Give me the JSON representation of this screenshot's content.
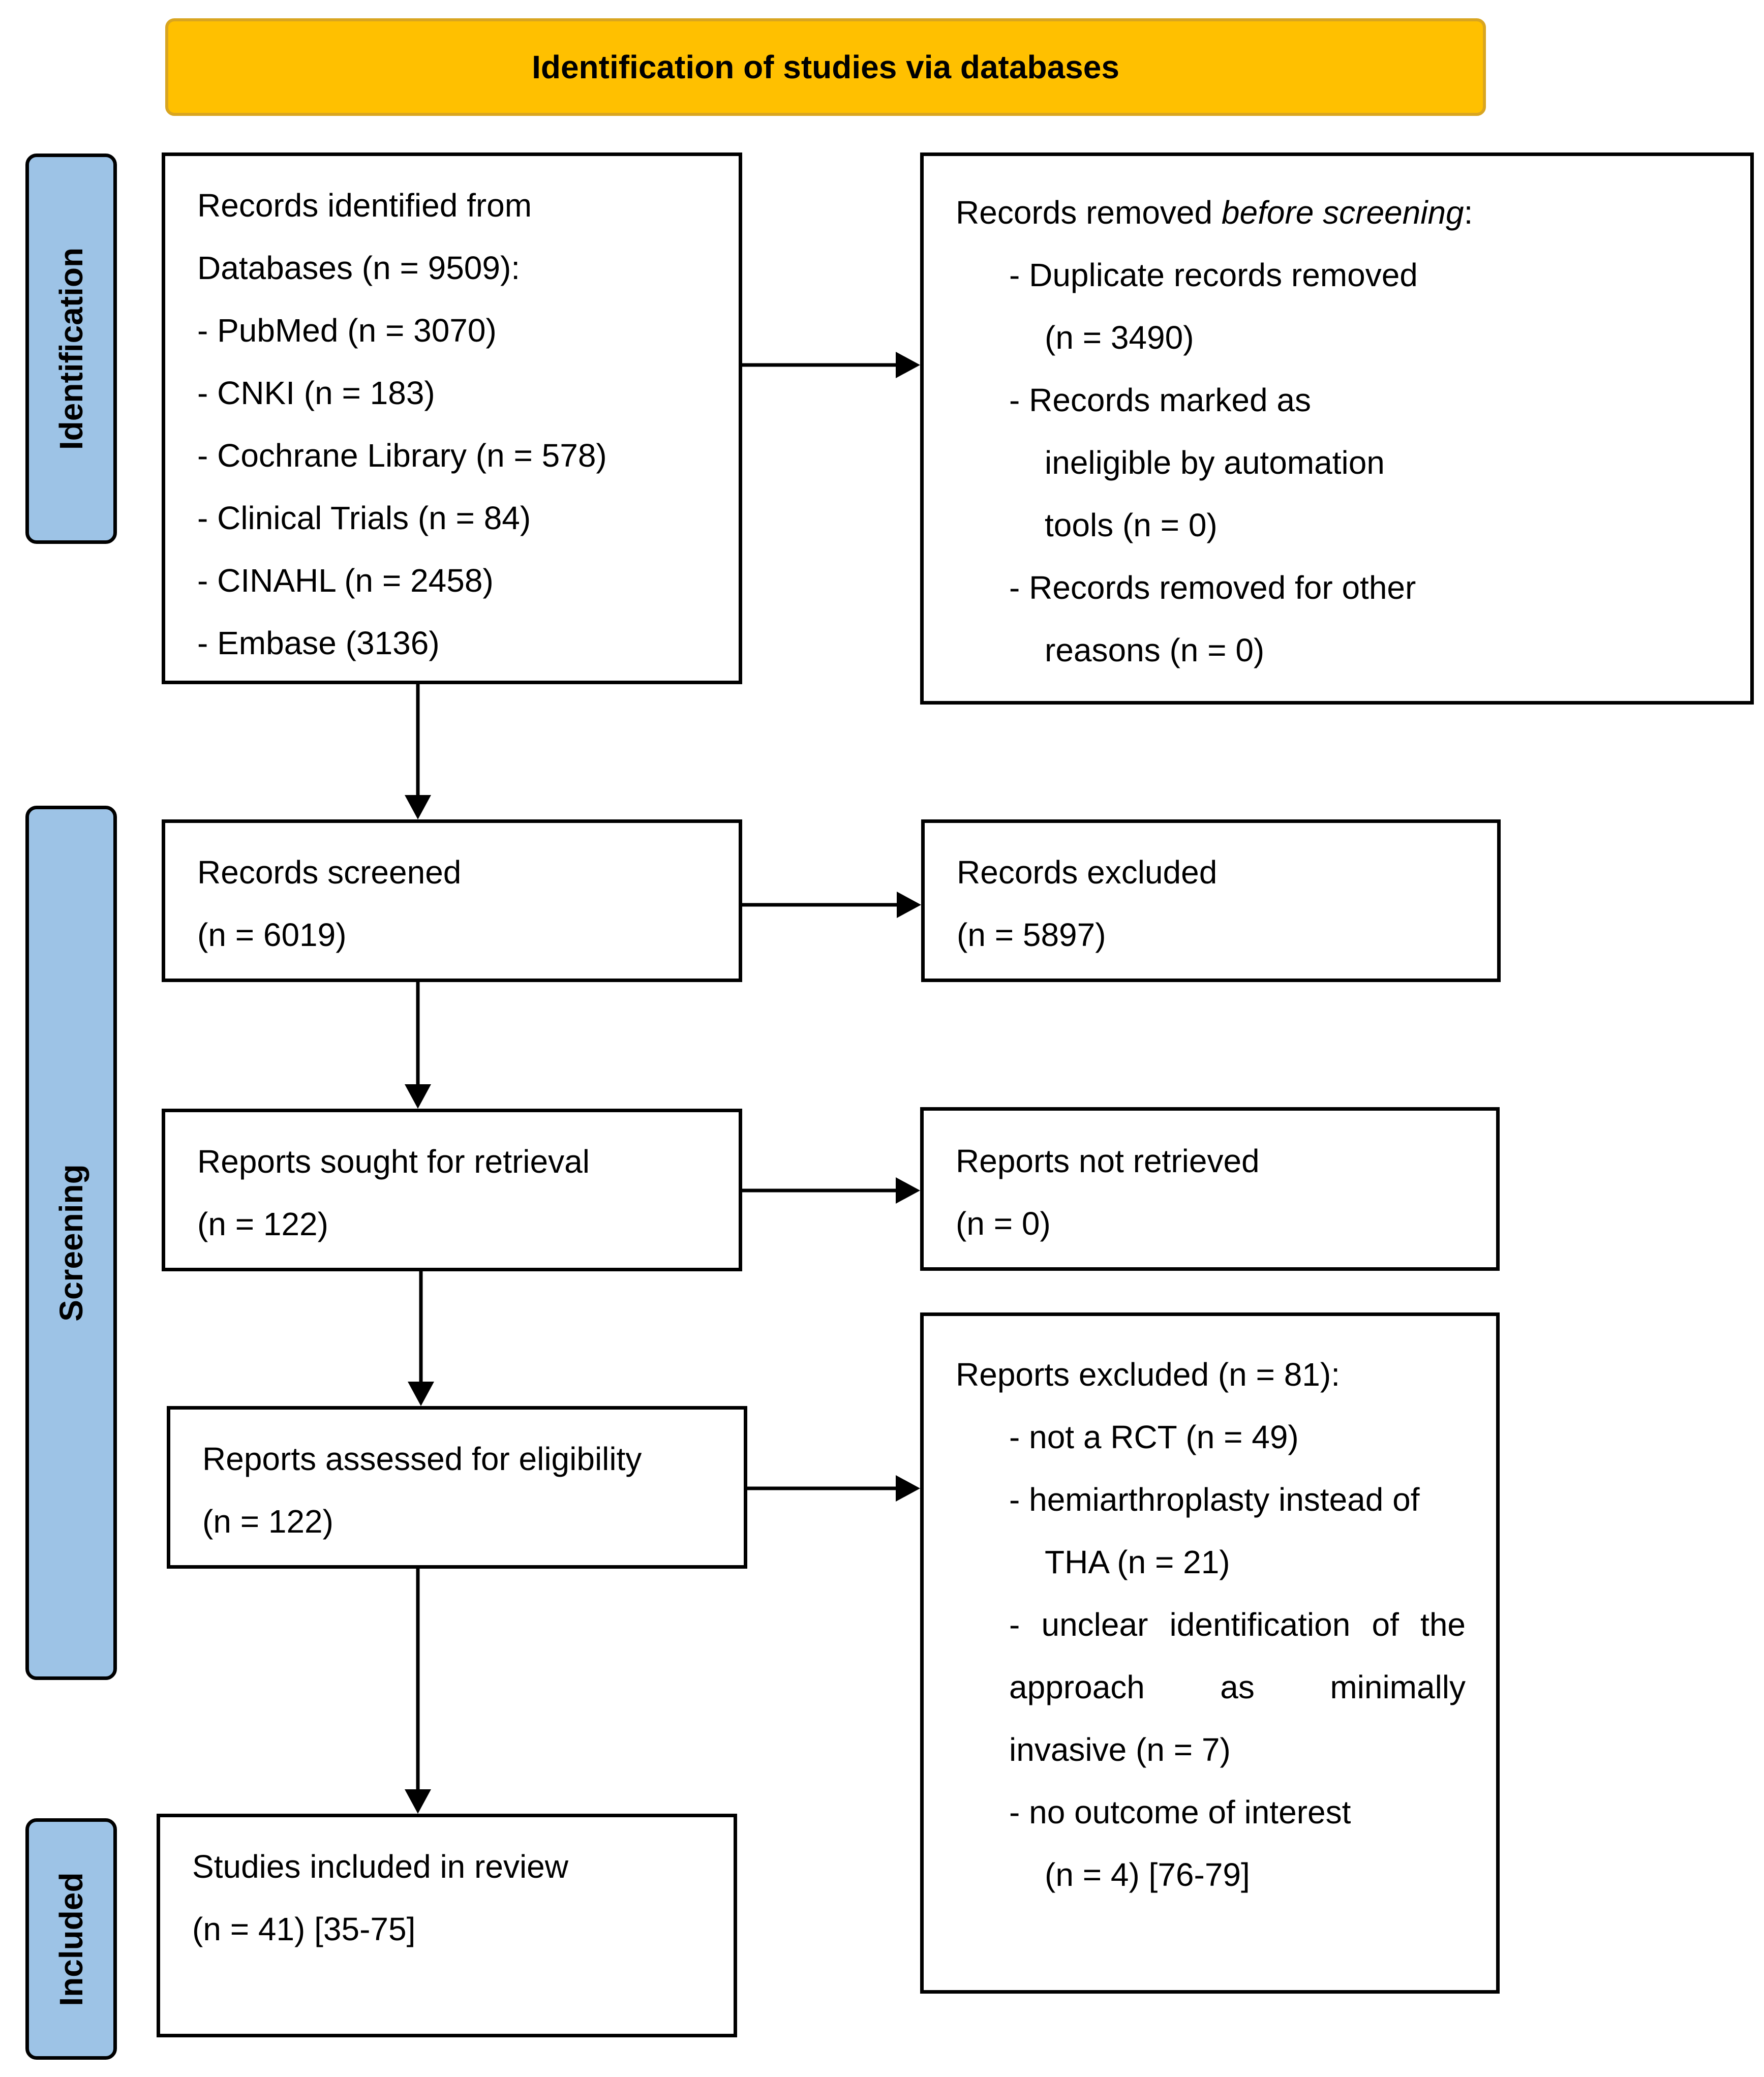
{
  "header": {
    "title": "Identification of studies via databases"
  },
  "phases": {
    "identification": "Identification",
    "screening": "Screening",
    "included": "Included"
  },
  "boxes": {
    "records_identified": {
      "lines": [
        "Records identified from",
        "Databases (n = 9509):",
        "- PubMed (n = 3070)",
        "- CNKI (n = 183)",
        "- Cochrane Library (n = 578)",
        "- Clinical Trials (n = 84)",
        "- CINAHL (n = 2458)",
        "- Embase (3136)"
      ]
    },
    "records_removed": {
      "title_prefix": "Records removed ",
      "title_emphasis": "before screening",
      "title_suffix": ":",
      "lines": [
        "- Duplicate records removed",
        "(n = 3490)",
        "- Records marked as",
        "ineligible by automation",
        "tools (n = 0)",
        "- Records removed for other",
        "reasons (n = 0)"
      ]
    },
    "records_screened": {
      "lines": [
        "Records screened",
        "(n = 6019)"
      ]
    },
    "records_excluded": {
      "lines": [
        "Records excluded",
        "(n = 5897)"
      ]
    },
    "reports_sought": {
      "lines": [
        "Reports sought for retrieval",
        "(n = 122)"
      ]
    },
    "reports_not_retrieved": {
      "lines": [
        "Reports not retrieved",
        "(n = 0)"
      ]
    },
    "reports_assessed": {
      "lines": [
        "Reports assessed for eligibility",
        "(n = 122)"
      ]
    },
    "reports_excluded": {
      "lines": [
        "Reports excluded (n = 81):",
        "- not a RCT (n = 49)",
        "- hemiarthroplasty instead of",
        "THA (n = 21)",
        "- unclear identification of the",
        "approach as minimally",
        "invasive (n = 7)",
        "- no outcome of interest",
        "(n = 4) [76-79]"
      ]
    },
    "studies_included": {
      "lines": [
        "Studies included in review",
        "(n = 41) [35-75]"
      ]
    }
  }
}
